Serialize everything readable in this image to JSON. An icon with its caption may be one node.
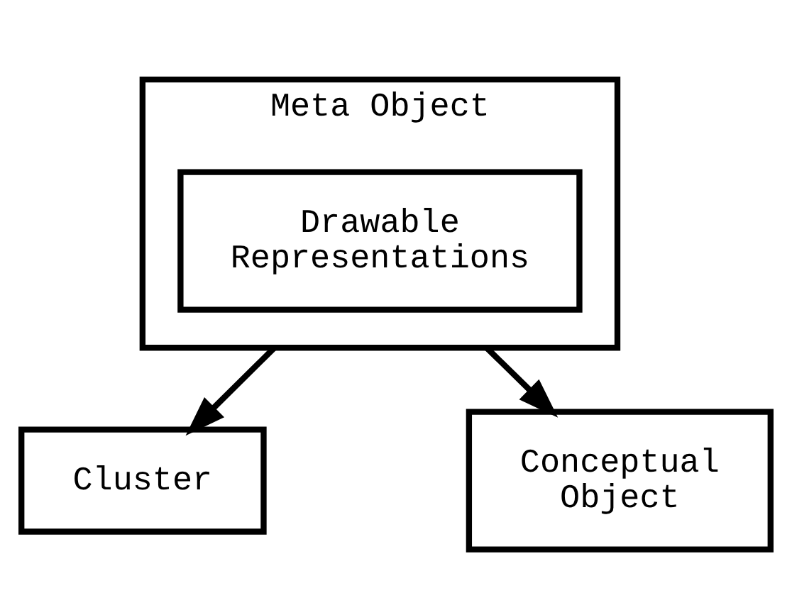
{
  "diagram": {
    "nodes": [
      {
        "text": [
          "Meta Object"
        ]
      },
      {
        "text": [
          "Drawable Representations"
        ],
        "in": 0
      },
      {
        "text": [
          "Cluster"
        ]
      },
      {
        "text": [
          "Conceptual Object"
        ]
      }
    ],
    "edges": [
      {
        "from": 0,
        "to": 2,
        "arrow": "to"
      },
      {
        "from": 0,
        "to": 3,
        "arrow": "to"
      }
    ]
  }
}
